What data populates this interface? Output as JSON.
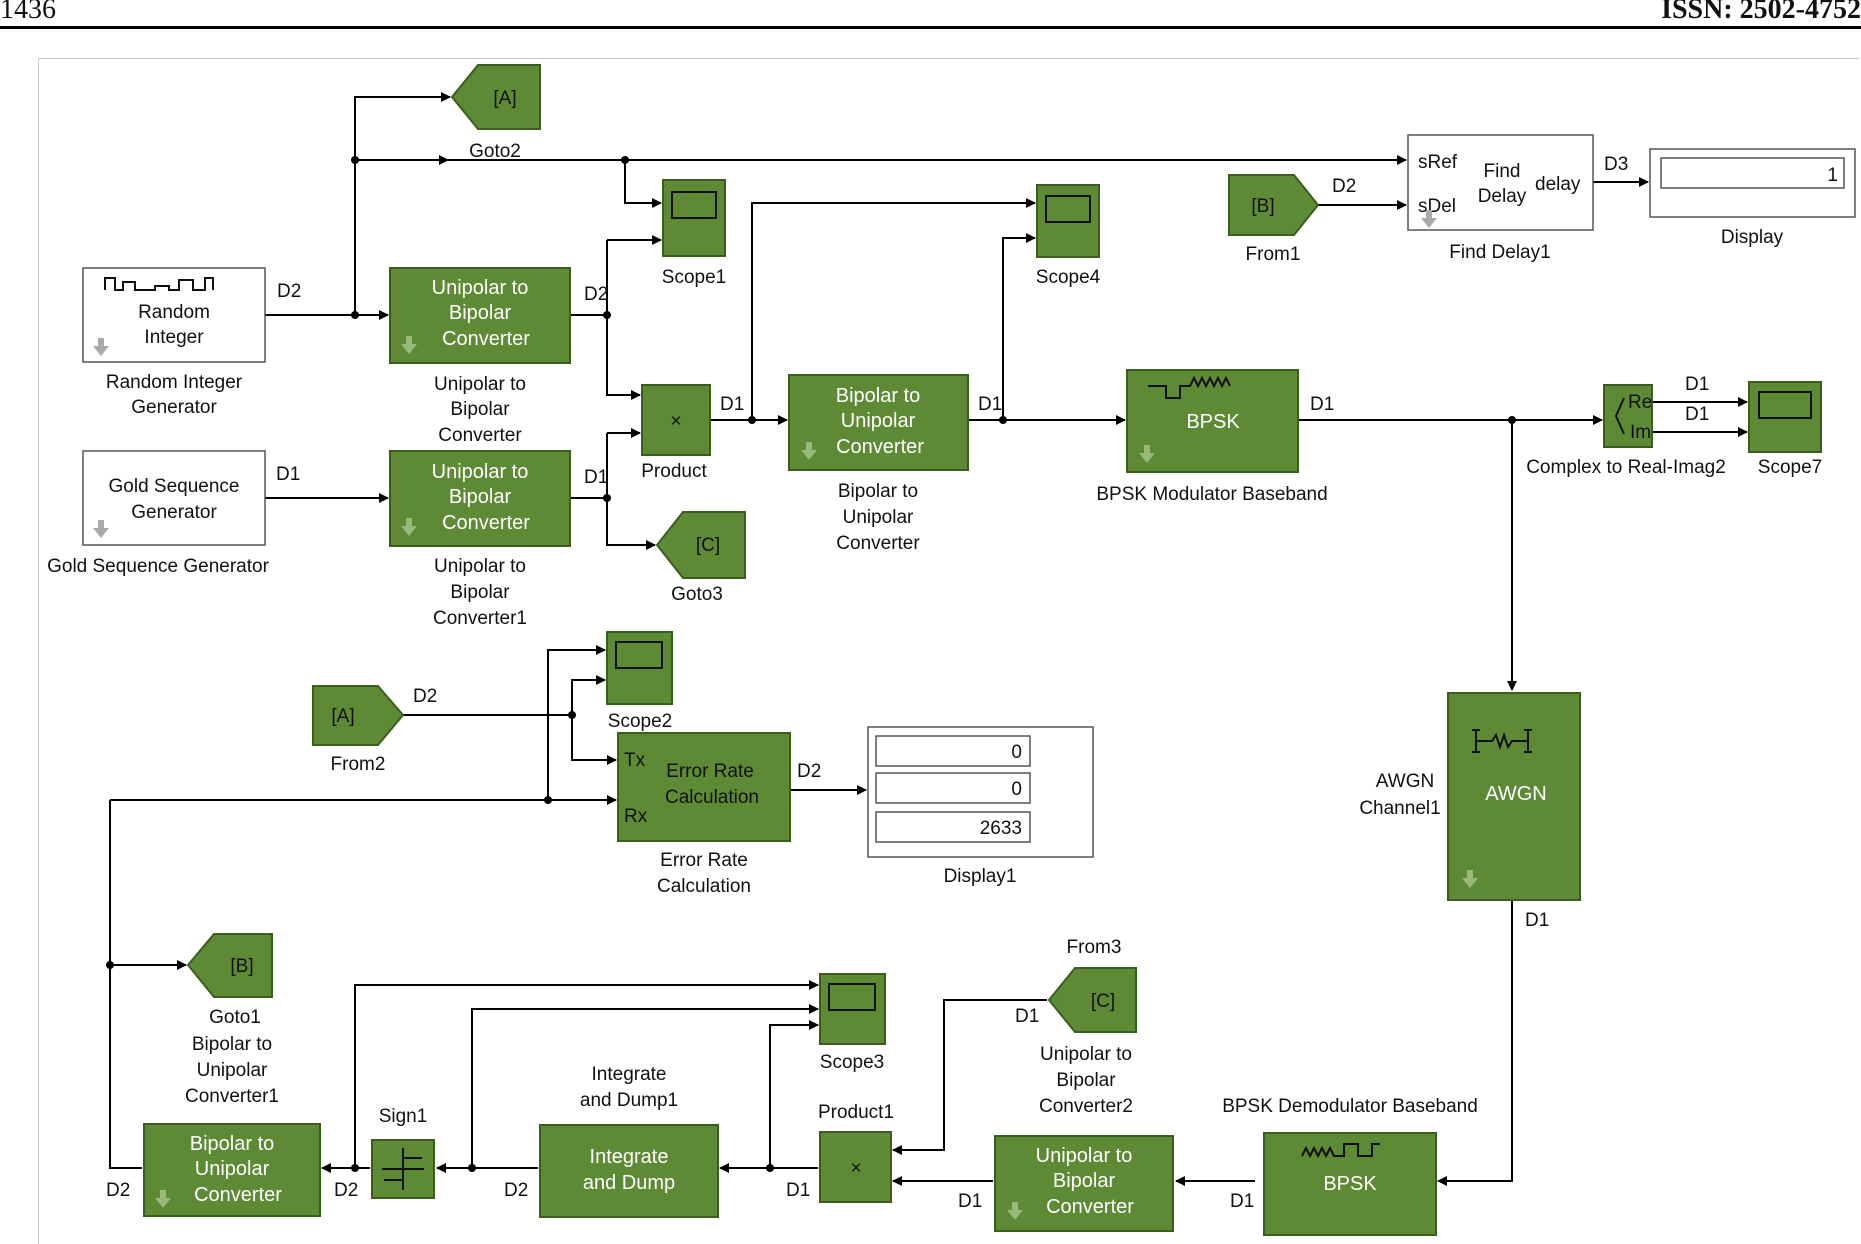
{
  "header": {
    "page_number": "1436",
    "issn": "ISSN: 2502-4752"
  },
  "signal_labels": {
    "d1": "D1",
    "d2": "D2",
    "d3": "D3"
  },
  "blocks": {
    "random_integer": {
      "icon_text": [
        "Random",
        "Integer"
      ],
      "caption": [
        "Random Integer",
        "Generator"
      ]
    },
    "gold_sequence": {
      "icon_text": [
        "Gold Sequence",
        "Generator"
      ],
      "caption": [
        "Gold Sequence Generator"
      ]
    },
    "unipolar_to_bipolar": {
      "icon_text": [
        "Unipolar to",
        "Bipolar",
        "Converter"
      ],
      "caption": [
        "Unipolar to",
        "Bipolar",
        "Converter"
      ]
    },
    "unipolar_to_bipolar1": {
      "icon_text": [
        "Unipolar to",
        "Bipolar",
        "Converter"
      ],
      "caption": [
        "Unipolar to",
        "Bipolar",
        "Converter1"
      ]
    },
    "product": {
      "icon_text": "×",
      "caption": "Product"
    },
    "bipolar_to_unipolar": {
      "icon_text": [
        "Bipolar to",
        "Unipolar",
        "Converter"
      ],
      "caption": [
        "Bipolar to",
        "Unipolar",
        "Converter"
      ]
    },
    "bpsk_mod": {
      "icon_text": "BPSK",
      "caption": "BPSK Modulator Baseband"
    },
    "complex_to_real_imag": {
      "ports": [
        "Re",
        "Im"
      ],
      "caption": "Complex to Real-Imag2"
    },
    "scope1": {
      "caption": "Scope1"
    },
    "scope2": {
      "caption": "Scope2"
    },
    "scope3": {
      "caption": "Scope3"
    },
    "scope4": {
      "caption": "Scope4"
    },
    "scope7": {
      "caption": "Scope7"
    },
    "goto2": {
      "tag": "[A]",
      "caption": "Goto2"
    },
    "goto3": {
      "tag": "[C]",
      "caption": "Goto3"
    },
    "goto1": {
      "tag": "[B]",
      "caption": "Goto1"
    },
    "from1": {
      "tag": "[B]",
      "caption": "From1"
    },
    "from2": {
      "tag": "[A]",
      "caption": "From2"
    },
    "from3": {
      "tag": "[C]",
      "caption": "From3"
    },
    "find_delay": {
      "ports": [
        "sRef",
        "sDel"
      ],
      "center": [
        "Find",
        "Delay"
      ],
      "out_port": "delay",
      "caption": "Find Delay1"
    },
    "display": {
      "value": "1",
      "caption": "Display"
    },
    "error_rate": {
      "ports": [
        "Tx",
        "Rx"
      ],
      "icon_text": [
        "Error Rate",
        "Calculation"
      ],
      "caption": [
        "Error Rate",
        "Calculation"
      ]
    },
    "display1": {
      "values": [
        "0",
        "0",
        "2633"
      ],
      "caption": "Display1"
    },
    "awgn": {
      "icon_text": "AWGN",
      "caption": [
        "AWGN",
        "Channel1"
      ]
    },
    "bpsk_demod": {
      "icon_text": "BPSK",
      "caption": "BPSK Demodulator Baseband"
    },
    "unipolar_to_bipolar2": {
      "icon_text": [
        "Unipolar to",
        "Bipolar",
        "Converter"
      ],
      "caption": [
        "Unipolar to",
        "Bipolar",
        "Converter2"
      ]
    },
    "product1": {
      "icon_text": "×",
      "caption": "Product1"
    },
    "integrate_dump": {
      "icon_text": [
        "Integrate",
        "and Dump"
      ],
      "caption": [
        "Integrate",
        "and Dump1"
      ]
    },
    "sign1": {
      "caption": "Sign1"
    },
    "bipolar_to_unipolar1": {
      "icon_text": [
        "Bipolar to",
        "Unipolar",
        "Converter"
      ],
      "caption": [
        "Bipolar to",
        "Unipolar",
        "Converter1"
      ]
    }
  },
  "colors": {
    "block_fill": "#5e8a36",
    "block_border": "#3b5e1f",
    "line": "#000000",
    "frame": "#c8c8c8"
  }
}
